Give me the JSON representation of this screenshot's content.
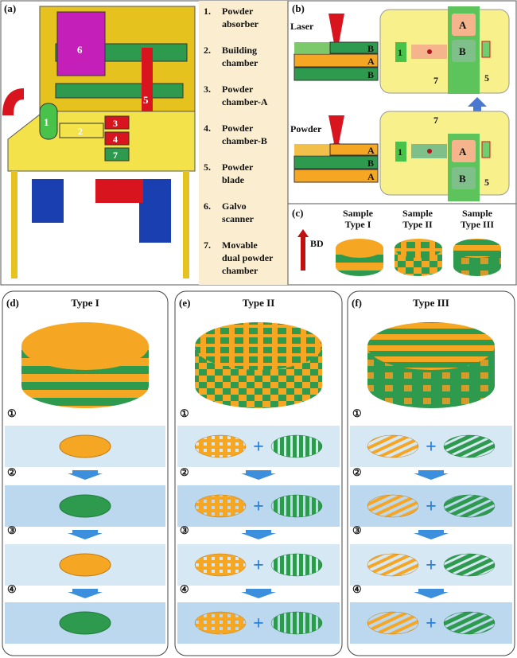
{
  "panels": {
    "a": "(a)",
    "b": "(b)",
    "c": "(c)",
    "d": "(d)",
    "e": "(e)",
    "f": "(f)"
  },
  "legend": [
    {
      "num": "1.",
      "lines": [
        "Powder",
        "absorber"
      ]
    },
    {
      "num": "2.",
      "lines": [
        "Building",
        "chamber"
      ]
    },
    {
      "num": "3.",
      "lines": [
        "Powder",
        "chamber-A"
      ]
    },
    {
      "num": "4.",
      "lines": [
        "Powder",
        "chamber-B"
      ]
    },
    {
      "num": "5.",
      "lines": [
        "Powder",
        "blade"
      ]
    },
    {
      "num": "6.",
      "lines": [
        "Galvo",
        "scanner"
      ]
    },
    {
      "num": "7.",
      "lines": [
        "Movable",
        "dual powder",
        "chamber"
      ]
    }
  ],
  "machine_labels": [
    "1",
    "2",
    "3",
    "4",
    "5",
    "6",
    "7"
  ],
  "schematic": {
    "laser": "Laser",
    "powder": "Powder",
    "layers_top": [
      "B",
      "A",
      "B"
    ],
    "layers_bottom": [
      "A",
      "B",
      "A"
    ],
    "chamber_a": "A",
    "chamber_b": "B",
    "absorber": "1",
    "blade": "5",
    "dual_chamber": "7"
  },
  "samples": {
    "bd": "BD",
    "types": [
      {
        "line1": "Sample",
        "line2": "Type I"
      },
      {
        "line1": "Sample",
        "line2": "Type II"
      },
      {
        "line1": "Sample",
        "line2": "Type III"
      }
    ]
  },
  "columns": [
    {
      "title": "Type I",
      "steps": [
        "①",
        "②",
        "③",
        "④"
      ]
    },
    {
      "title": "Type II",
      "steps": [
        "①",
        "②",
        "③",
        "④"
      ],
      "plus": "+"
    },
    {
      "title": "Type III",
      "steps": [
        "①",
        "②",
        "③",
        "④"
      ],
      "plus": "+"
    }
  ],
  "colors": {
    "orange": "#f5a623",
    "green": "#2e9a4e",
    "yellow": "#f3e24a",
    "legend_bg": "#fbeed0",
    "step_bg": "#cfe3f2",
    "arrow_blue": "#3b8fdc",
    "red": "#d8141e"
  }
}
